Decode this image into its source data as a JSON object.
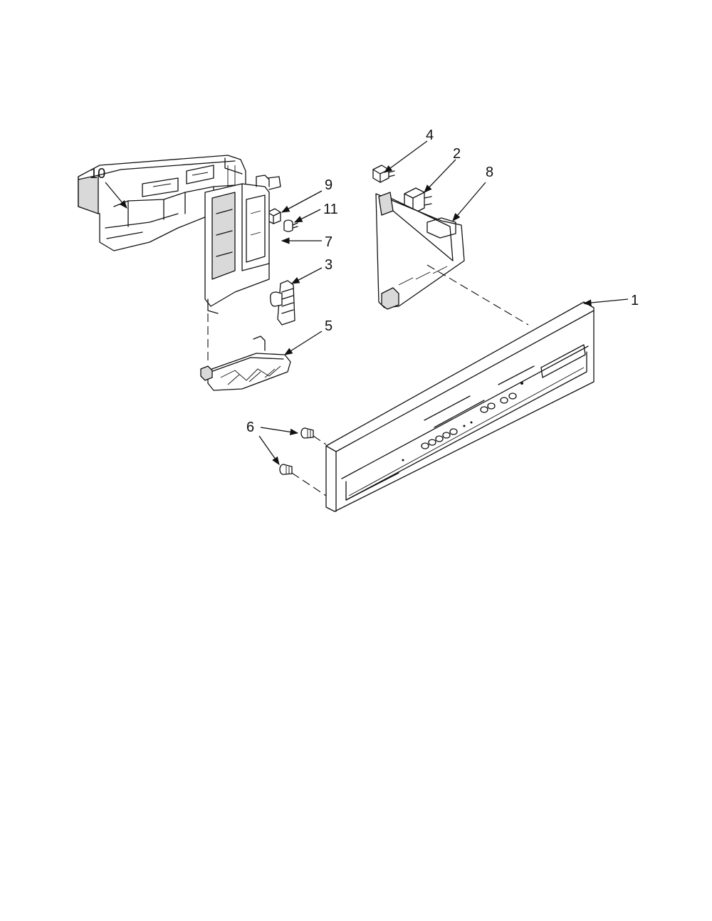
{
  "callouts": {
    "c1": "1",
    "c2": "2",
    "c3": "3",
    "c4": "4",
    "c5": "5",
    "c6": "6",
    "c7": "7",
    "c8": "8",
    "c9": "9",
    "c10": "10",
    "c11": "11"
  },
  "colors": {
    "line": "#111111",
    "background": "#ffffff",
    "shade": "#d9d9d9"
  }
}
